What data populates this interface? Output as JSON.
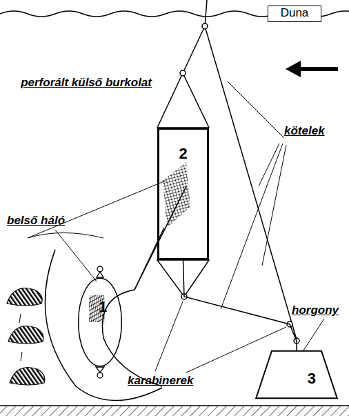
{
  "diagram": {
    "nodes": [
      {
        "text": [
          "Duna"
        ]
      },
      {
        "text": [
          "2"
        ]
      },
      {
        "text": [
          "1"
        ]
      },
      {
        "text": [
          "3"
        ]
      }
    ],
    "edges": [
      {
        "from": 1,
        "to": 3,
        "arrow": "none"
      }
    ],
    "labels": [
      "perforált külső burkolat",
      "kötelek",
      "belső háló",
      "karabinerek",
      "horgony"
    ]
  }
}
